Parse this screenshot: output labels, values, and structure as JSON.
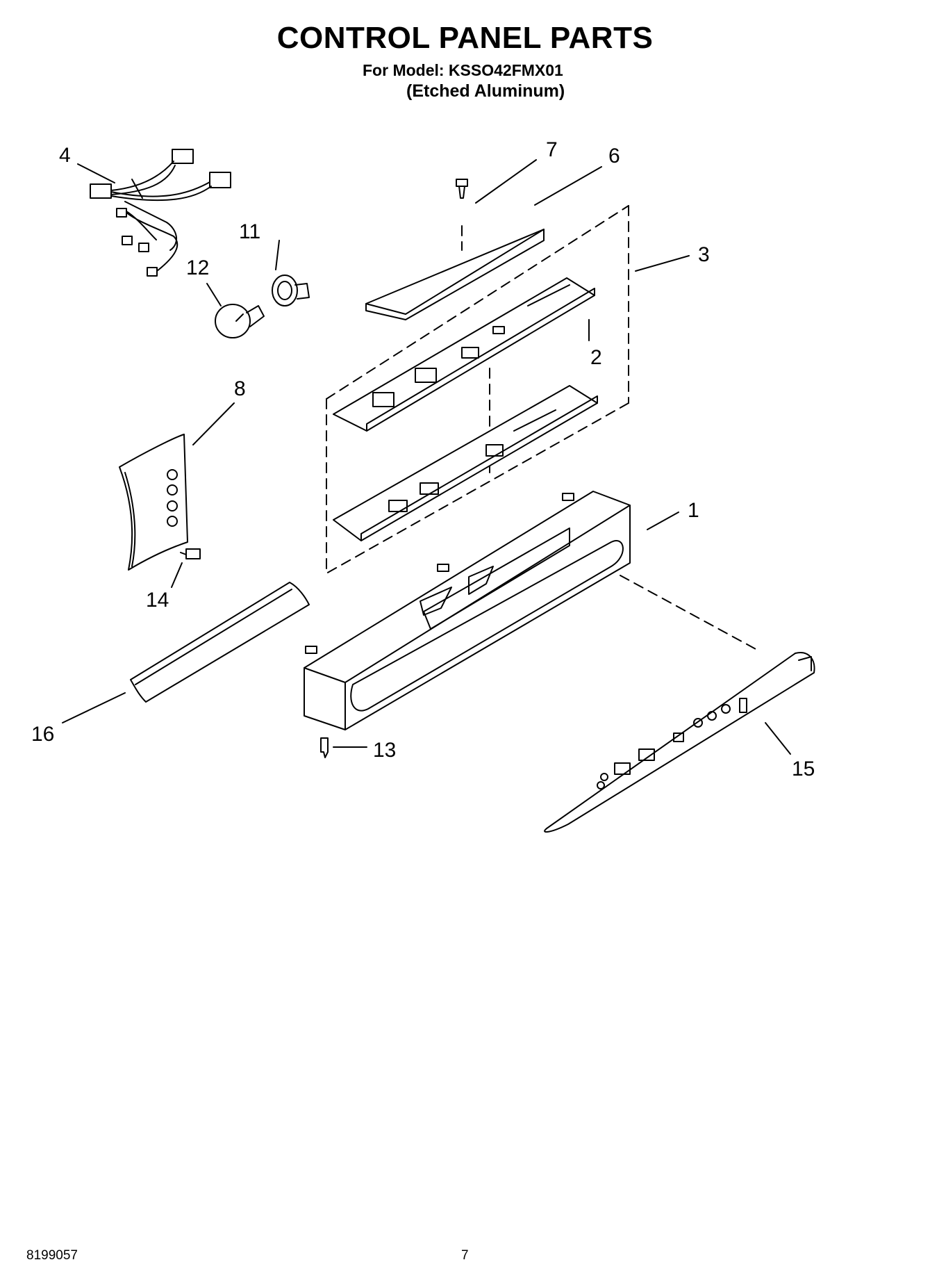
{
  "header": {
    "title": "CONTROL PANEL PARTS",
    "model_line": "For Model: KSSO42FMX01",
    "variant": "(Etched Aluminum)"
  },
  "callouts": {
    "c1": "1",
    "c2": "2",
    "c3": "3",
    "c4": "4",
    "c6": "6",
    "c7": "7",
    "c8": "8",
    "c11": "11",
    "c12": "12",
    "c13": "13",
    "c14": "14",
    "c15": "15",
    "c16": "16"
  },
  "footer": {
    "doc_number": "8199057",
    "page_number": "7"
  }
}
